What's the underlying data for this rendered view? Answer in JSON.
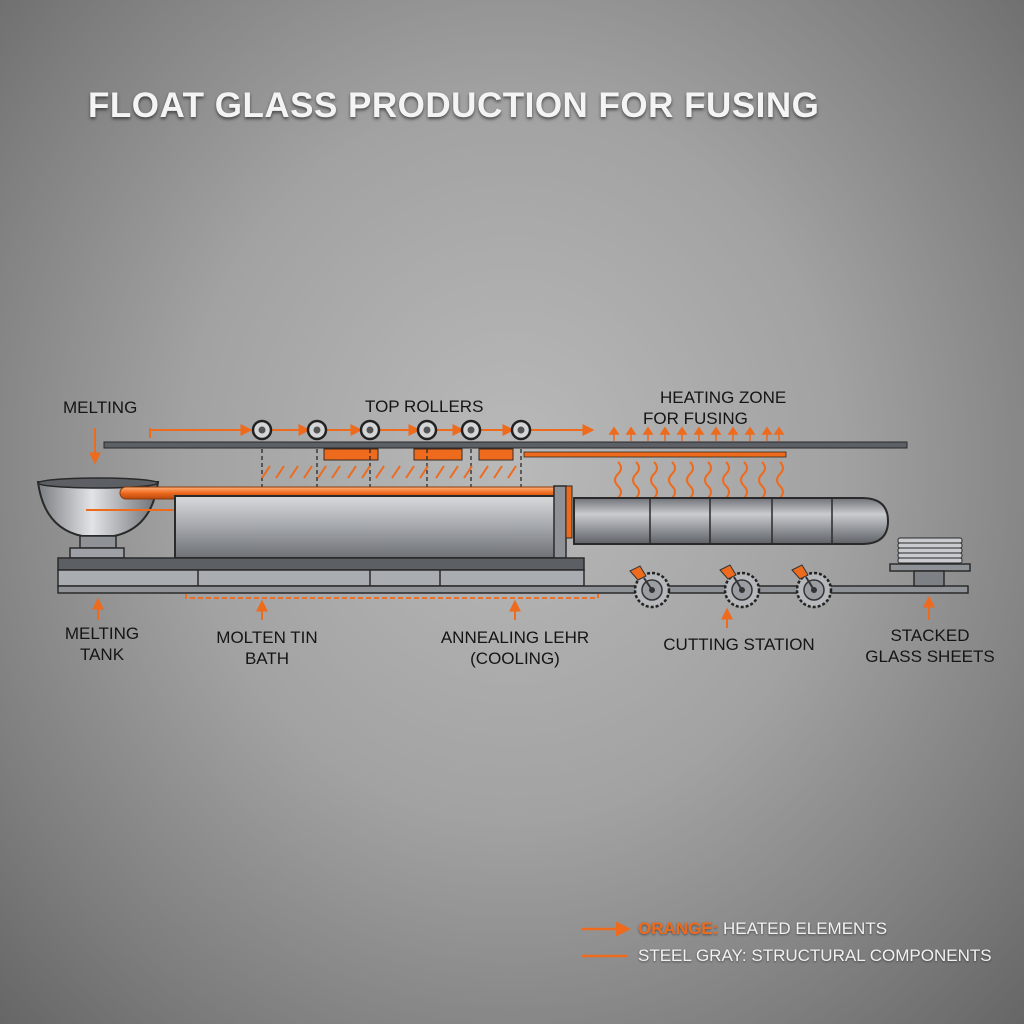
{
  "title": "FLOAT GLASS PRODUCTION FOR FUSING",
  "labels": {
    "melting": "MELTING",
    "top_rollers": "TOP ROLLERS",
    "heating_zone_line1": "HEATING ZONE",
    "heating_zone_line2": "FOR FUSING",
    "melting_tank_line1": "MELTING",
    "melting_tank_line2": "TANK",
    "molten_tin_line1": "MOLTEN TIN",
    "molten_tin_line2": "BATH",
    "annealing_line1": "ANNEALING LEHR",
    "annealing_line2": "(COOLING)",
    "cutting_station": "CUTTING STATION",
    "stacked_line1": "STACKED",
    "stacked_line2": "GLASS SHEETS"
  },
  "legend": {
    "orange_key": "ORANGE:",
    "orange_text": " HEATED ELEMENTS",
    "steel_text": "STEEL GRAY: STRUCTURAL COMPONENTS"
  },
  "colors": {
    "heated": "#ee6a1d",
    "structural": "#8e9196",
    "outline": "#2a2a2a"
  }
}
